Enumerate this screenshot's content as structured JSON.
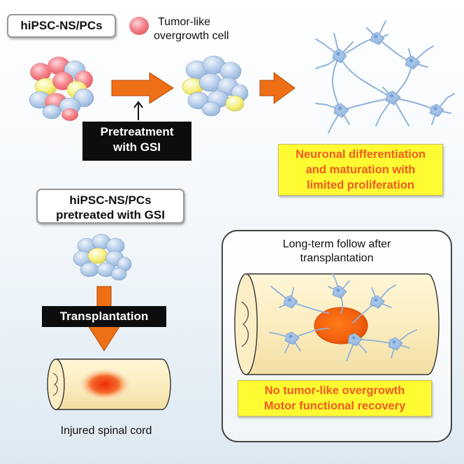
{
  "top_label": "hiPSC-NS/PCs",
  "legend_tumor": "Tumor-like",
  "legend_overgrowth": "overgrowth cell",
  "pretreatment_line1": "Pretreatment",
  "pretreatment_line2": "with GSI",
  "result_line1": "Neuronal differentiation",
  "result_line2": "and maturation with",
  "result_line3": "limited proliferation",
  "mid_label_line1": "hiPSC-NS/PCs",
  "mid_label_line2": "pretreated with GSI",
  "transplantation": "Transplantation",
  "injured_cord": "Injured spinal cord",
  "followup_line1": "Long-term follow after",
  "followup_line2": "transplantation",
  "outcome_line1": "No tumor-like overgrowth",
  "outcome_line2": "Motor functional recovery",
  "colors": {
    "cell_blue": "#a9c4e4",
    "cell_yellow": "#f4ef7a",
    "tumor_red": "#f0707a",
    "arrow_orange": "#ef6f16",
    "neuron_blue": "#9dbde0",
    "cord_fill": "#fbefc2",
    "lesion": "#f25a12",
    "highlight_yellow": "#fffb33",
    "highlight_text": "#f25a1e"
  }
}
